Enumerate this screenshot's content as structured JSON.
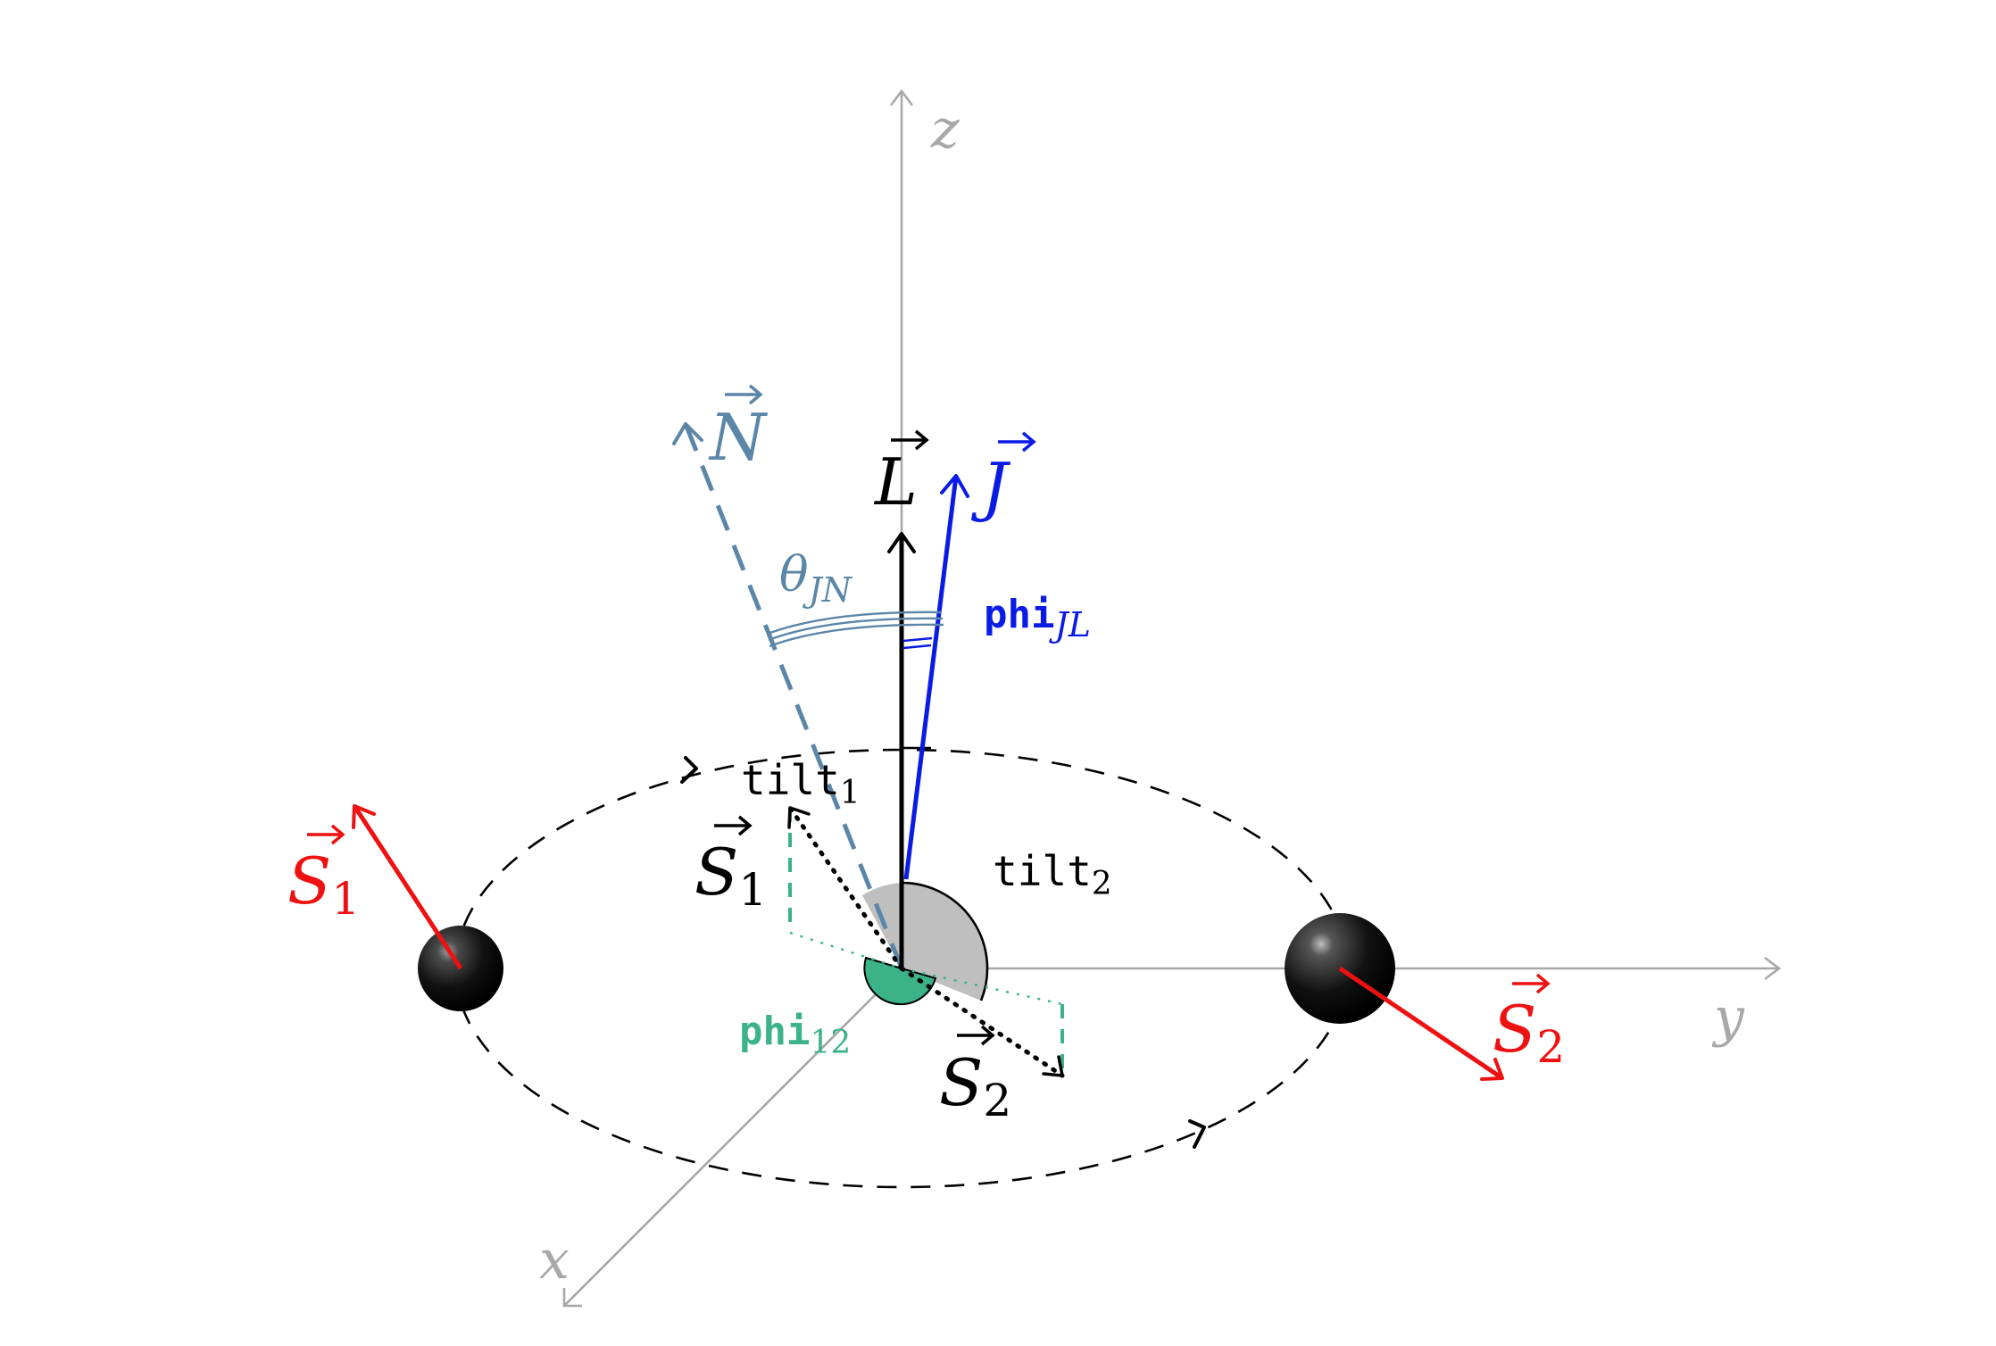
{
  "colors": {
    "axis": "#a8a8a8",
    "black": "#000000",
    "red": "#ee1111",
    "blue": "#0b1be6",
    "steel": "#5b86a8",
    "green": "#3bb288",
    "gray_wedge": "#bfbfbf"
  },
  "axes": {
    "x": {
      "label": "x"
    },
    "y": {
      "label": "y"
    },
    "z": {
      "label": "z"
    }
  },
  "vectors": {
    "N": {
      "label": "N"
    },
    "L": {
      "label": "L"
    },
    "J": {
      "label": "J"
    },
    "S1_body": {
      "label": "S",
      "sub": "1"
    },
    "S1_center": {
      "label": "S",
      "sub": "1"
    },
    "S2_body": {
      "label": "S",
      "sub": "2"
    },
    "S2_center": {
      "label": "S",
      "sub": "2"
    }
  },
  "angles": {
    "theta_JN": {
      "symbol": "θ",
      "sub": "JN"
    },
    "phi_JL": {
      "base": "phi",
      "sub": "JL"
    },
    "tilt_1": {
      "base": "tilt",
      "sub": "1"
    },
    "tilt_2": {
      "base": "tilt",
      "sub": "2"
    },
    "phi_12": {
      "base": "phi",
      "sub": "12"
    }
  },
  "icons": [
    "arrowhead",
    "sphere",
    "orbit-direction-arrow"
  ]
}
